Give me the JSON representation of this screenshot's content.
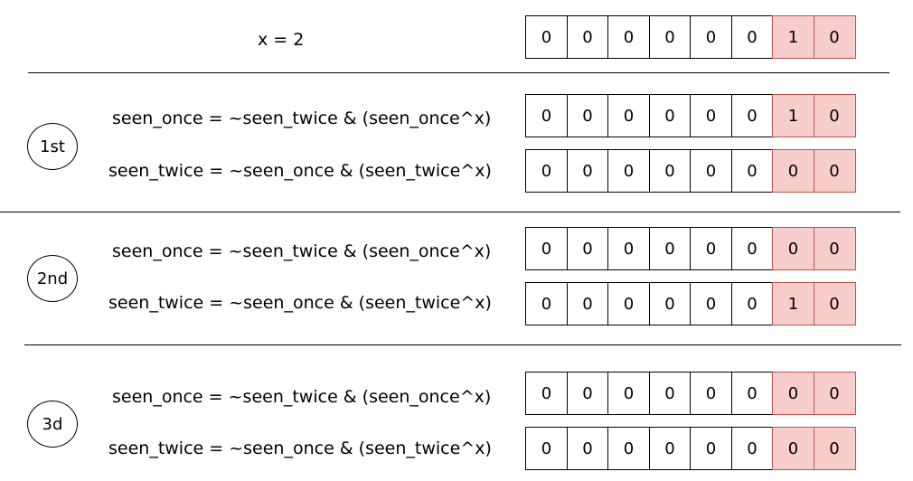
{
  "header": {
    "label": "x = 2",
    "bits": [
      "0",
      "0",
      "0",
      "0",
      "0",
      "0",
      "1",
      "0"
    ]
  },
  "steps": [
    {
      "tag": "1st",
      "rows": [
        {
          "label": "seen_once = ~seen_twice & (seen_once^x)",
          "bits": [
            "0",
            "0",
            "0",
            "0",
            "0",
            "0",
            "1",
            "0"
          ]
        },
        {
          "label": "seen_twice = ~seen_once & (seen_twice^x)",
          "bits": [
            "0",
            "0",
            "0",
            "0",
            "0",
            "0",
            "0",
            "0"
          ]
        }
      ]
    },
    {
      "tag": "2nd",
      "rows": [
        {
          "label": "seen_once = ~seen_twice & (seen_once^x)",
          "bits": [
            "0",
            "0",
            "0",
            "0",
            "0",
            "0",
            "0",
            "0"
          ]
        },
        {
          "label": "seen_twice = ~seen_once & (seen_twice^x)",
          "bits": [
            "0",
            "0",
            "0",
            "0",
            "0",
            "0",
            "1",
            "0"
          ]
        }
      ]
    },
    {
      "tag": "3d",
      "rows": [
        {
          "label": "seen_once = ~seen_twice & (seen_once^x)",
          "bits": [
            "0",
            "0",
            "0",
            "0",
            "0",
            "0",
            "0",
            "0"
          ]
        },
        {
          "label": "seen_twice = ~seen_once & (seen_twice^x)",
          "bits": [
            "0",
            "0",
            "0",
            "0",
            "0",
            "0",
            "0",
            "0"
          ]
        }
      ]
    }
  ],
  "colors": {
    "highlight_fill": "#f8cecc",
    "highlight_border": "#b85450"
  }
}
